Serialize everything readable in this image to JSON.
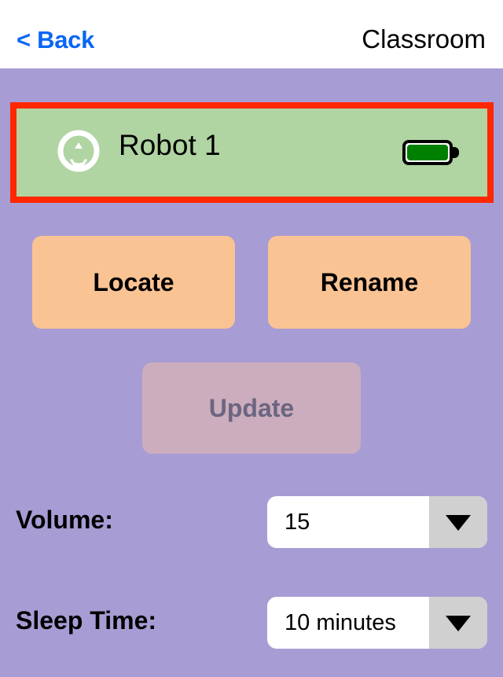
{
  "header": {
    "back_label": "< Back",
    "title": "Classroom"
  },
  "robot_card": {
    "name": "Robot 1",
    "icon": "robot-circle-icon",
    "battery_icon": "battery-full-icon",
    "battery_level_percent": 100,
    "selected": true,
    "highlight_color": "#ff2800",
    "card_color": "#b0d4a2",
    "battery_color": "#008000"
  },
  "actions": {
    "locate_label": "Locate",
    "rename_label": "Rename",
    "update_label": "Update",
    "update_enabled": false,
    "button_color": "#fac394",
    "update_color": "#ccadbd"
  },
  "settings": [
    {
      "label": "Volume:",
      "value": "15",
      "arrow_icon": "chevron-down-icon"
    },
    {
      "label": "Sleep Time:",
      "value": "10 minutes",
      "arrow_icon": "chevron-down-icon"
    }
  ],
  "theme": {
    "background": "#a89cd4",
    "nav_background": "#ffffff",
    "accent_link": "#0a66f5"
  }
}
